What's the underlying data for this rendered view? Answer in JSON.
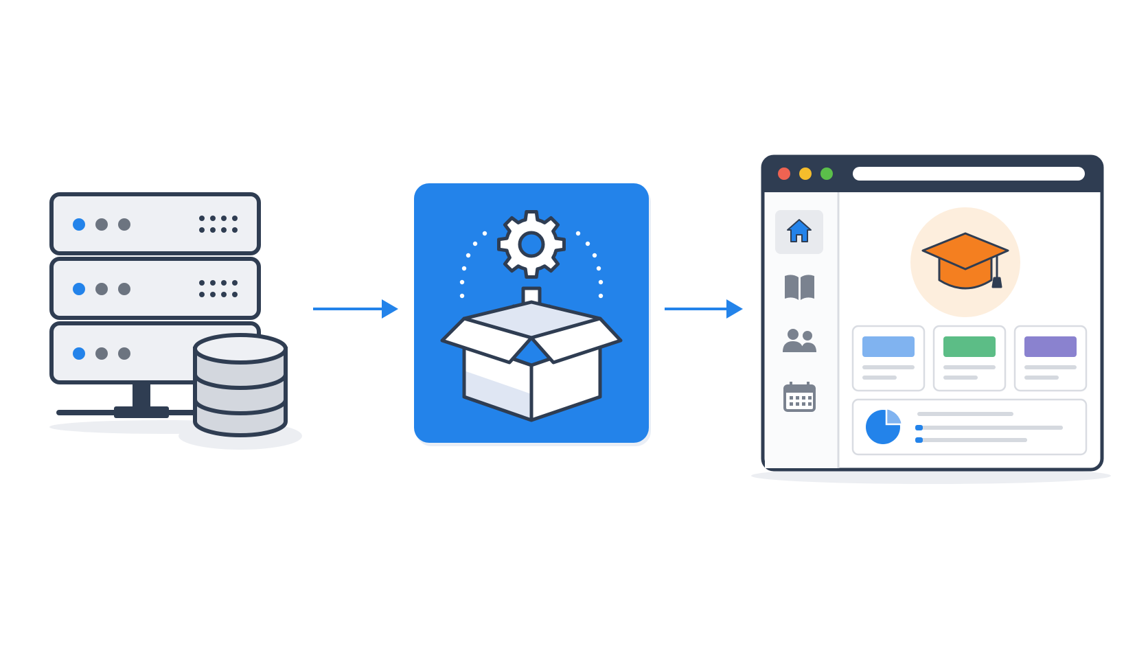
{
  "colors": {
    "outline": "#2f3d52",
    "blue": "#2383ea",
    "panel_light": "#eef0f4",
    "cylinder_fill": "#d3d7de",
    "shadow": "#eceef2",
    "orange": "#f47f20",
    "peach": "#fdeedd",
    "card_blue": "#80b3f0",
    "card_green": "#5cbd86",
    "card_purple": "#8a82cf",
    "line_gray": "#d5d9df",
    "dot_red": "#ee6352",
    "dot_yellow": "#f5bd2c",
    "dot_green": "#5bbf4a",
    "sidebar_active": "#e8eaee",
    "icon_gray": "#7a828f"
  },
  "nodes": [
    {
      "id": "server-database",
      "icon": "server-rack-database-icon"
    },
    {
      "id": "package-build",
      "icon": "gear-box-package-icon"
    },
    {
      "id": "web-application",
      "icon": "browser-dashboard-icon"
    }
  ],
  "edges": [
    {
      "from": "server-database",
      "to": "package-build"
    },
    {
      "from": "package-build",
      "to": "web-application"
    }
  ],
  "browser": {
    "sidebar_icons": [
      "home-icon",
      "book-icon",
      "users-icon",
      "calendar-icon"
    ],
    "active_sidebar_index": 0,
    "hero_icon": "graduation-cap-icon",
    "cards": [
      "card-blue",
      "card-green",
      "card-purple"
    ],
    "panel_chart_icon": "pie-chart-icon"
  }
}
